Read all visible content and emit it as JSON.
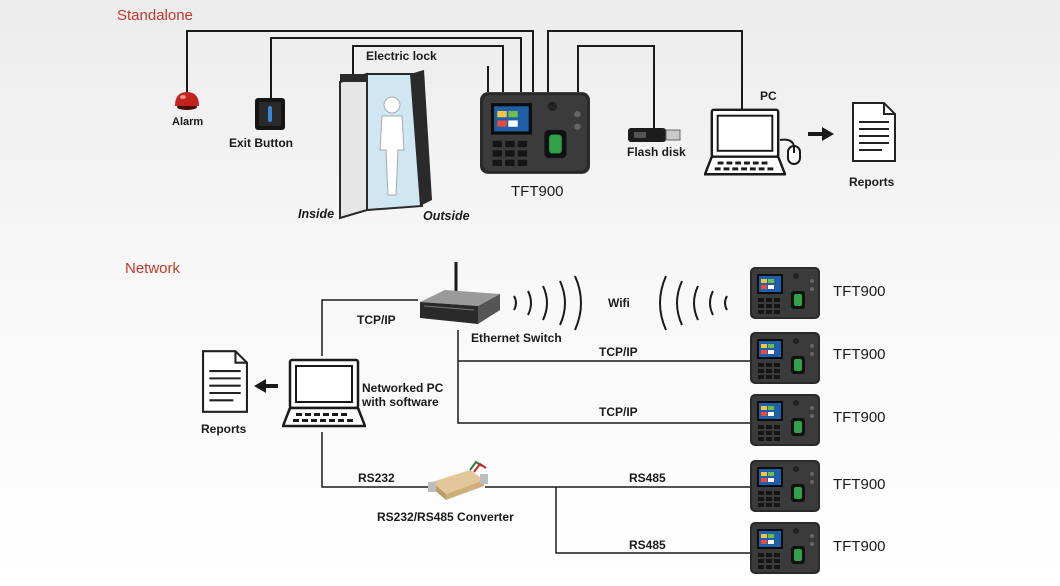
{
  "standalone": {
    "section_title": "Standalone",
    "alarm": "Alarm",
    "exit_button": "Exit Button",
    "electric_lock": "Electric lock",
    "inside": "Inside",
    "outside": "Outside",
    "device": "TFT900",
    "flash_disk": "Flash disk",
    "pc": "PC",
    "reports": "Reports"
  },
  "network": {
    "section_title": "Network",
    "tcpip_main": "TCP/IP",
    "ethernet_switch": "Ethernet Switch",
    "wifi": "Wifi",
    "networked_pc": "Networked PC",
    "with_software": "with software",
    "reports": "Reports",
    "rs232": "RS232",
    "converter": "RS232/RS485 Converter",
    "links": [
      {
        "protocol": "",
        "device": "TFT900"
      },
      {
        "protocol": "TCP/IP",
        "device": "TFT900"
      },
      {
        "protocol": "TCP/IP",
        "device": "TFT900"
      },
      {
        "protocol": "RS485",
        "device": "TFT900"
      },
      {
        "protocol": "RS485",
        "device": "TFT900"
      }
    ]
  }
}
